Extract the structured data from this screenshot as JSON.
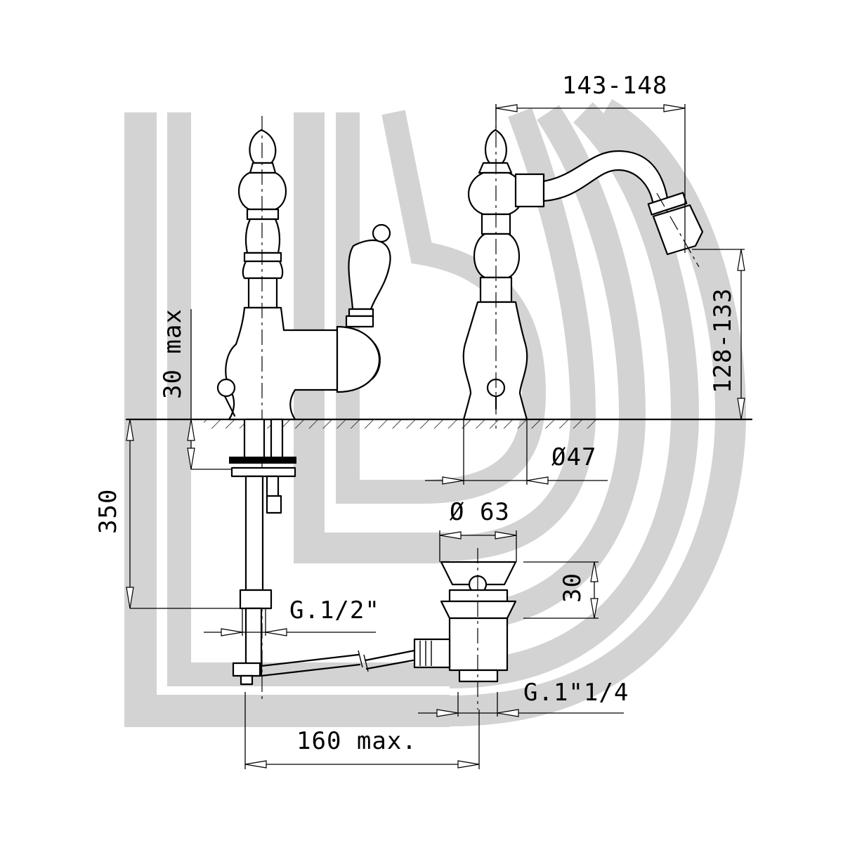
{
  "diagram": {
    "dimensions": {
      "spout_reach": "143-148",
      "spout_height": "128-133",
      "deck_thickness": "30 max",
      "base_diameter": "Ø47",
      "flexible_length": "350",
      "waste_diameter": "Ø 63",
      "waste_flange": "30",
      "supply_thread": "G.1/2\"",
      "waste_thread": "G.1\"1/4",
      "rod_length": "160 max."
    }
  }
}
